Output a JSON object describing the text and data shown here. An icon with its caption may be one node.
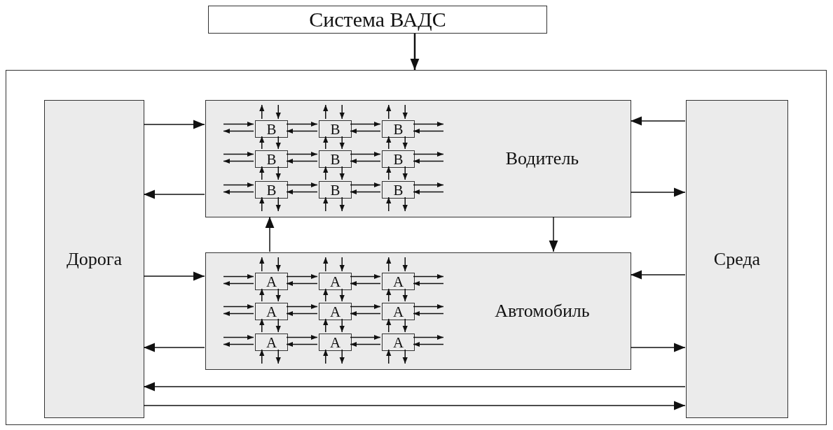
{
  "diagram": {
    "nodes": [
      {
        "text": [
          "Система ВАДС"
        ]
      },
      {
        "text": [],
        "shape": "box"
      },
      {
        "text": [
          "Дорога"
        ],
        "in": 1
      },
      {
        "text": [
          "Водитель"
        ],
        "in": 1
      },
      {
        "text": [
          "В"
        ],
        "in": 3
      },
      {
        "text": [
          "В"
        ],
        "in": 3
      },
      {
        "text": [
          "В"
        ],
        "in": 3
      },
      {
        "text": [
          "В"
        ],
        "in": 3
      },
      {
        "text": [
          "В"
        ],
        "in": 3
      },
      {
        "text": [
          "В"
        ],
        "in": 3
      },
      {
        "text": [
          "В"
        ],
        "in": 3
      },
      {
        "text": [
          "В"
        ],
        "in": 3
      },
      {
        "text": [
          "В"
        ],
        "in": 3
      },
      {
        "text": [
          "Автомобиль"
        ],
        "in": 1
      },
      {
        "text": [
          "А"
        ],
        "in": 13
      },
      {
        "text": [
          "А"
        ],
        "in": 13
      },
      {
        "text": [
          "А"
        ],
        "in": 13
      },
      {
        "text": [
          "А"
        ],
        "in": 13
      },
      {
        "text": [
          "А"
        ],
        "in": 13
      },
      {
        "text": [
          "А"
        ],
        "in": 13
      },
      {
        "text": [
          "А"
        ],
        "in": 13
      },
      {
        "text": [
          "А"
        ],
        "in": 13
      },
      {
        "text": [
          "А"
        ],
        "in": 13
      },
      {
        "text": [
          "Среда"
        ],
        "in": 1
      }
    ],
    "edges": [
      {
        "from": 0,
        "to": 1,
        "arrow": "to"
      },
      {
        "from": 2,
        "to": 3,
        "arrow": "to"
      },
      {
        "from": 3,
        "to": 2,
        "arrow": "to"
      },
      {
        "from": 2,
        "to": 13,
        "arrow": "to"
      },
      {
        "from": 13,
        "to": 2,
        "arrow": "to"
      },
      {
        "from": 23,
        "to": 3,
        "arrow": "to"
      },
      {
        "from": 3,
        "to": 23,
        "arrow": "to"
      },
      {
        "from": 23,
        "to": 13,
        "arrow": "to"
      },
      {
        "from": 13,
        "to": 23,
        "arrow": "to"
      },
      {
        "from": 13,
        "to": 3,
        "arrow": "to"
      },
      {
        "from": 3,
        "to": 13,
        "arrow": "to"
      },
      {
        "from": 23,
        "to": 2,
        "arrow": "to"
      },
      {
        "from": 2,
        "to": 23,
        "arrow": "to"
      },
      {
        "from": 4,
        "to": 5,
        "arrow": "to"
      },
      {
        "from": 5,
        "to": 4,
        "arrow": "to"
      },
      {
        "from": 5,
        "to": 6,
        "arrow": "to"
      },
      {
        "from": 6,
        "to": 5,
        "arrow": "to"
      },
      {
        "from": 7,
        "to": 8,
        "arrow": "to"
      },
      {
        "from": 8,
        "to": 7,
        "arrow": "to"
      },
      {
        "from": 8,
        "to": 9,
        "arrow": "to"
      },
      {
        "from": 9,
        "to": 8,
        "arrow": "to"
      },
      {
        "from": 10,
        "to": 11,
        "arrow": "to"
      },
      {
        "from": 11,
        "to": 10,
        "arrow": "to"
      },
      {
        "from": 11,
        "to": 12,
        "arrow": "to"
      },
      {
        "from": 12,
        "to": 11,
        "arrow": "to"
      },
      {
        "from": 7,
        "to": 4,
        "arrow": "to"
      },
      {
        "from": 4,
        "to": 7,
        "arrow": "to"
      },
      {
        "from": 8,
        "to": 5,
        "arrow": "to"
      },
      {
        "from": 5,
        "to": 8,
        "arrow": "to"
      },
      {
        "from": 9,
        "to": 6,
        "arrow": "to"
      },
      {
        "from": 6,
        "to": 9,
        "arrow": "to"
      },
      {
        "from": 10,
        "to": 7,
        "arrow": "to"
      },
      {
        "from": 7,
        "to": 10,
        "arrow": "to"
      },
      {
        "from": 11,
        "to": 8,
        "arrow": "to"
      },
      {
        "from": 8,
        "to": 11,
        "arrow": "to"
      },
      {
        "from": 12,
        "to": 9,
        "arrow": "to"
      },
      {
        "from": 9,
        "to": 12,
        "arrow": "to"
      },
      {
        "from": null,
        "to": 4,
        "arrow": "to"
      },
      {
        "from": 4,
        "to": null,
        "arrow": "to"
      },
      {
        "from": null,
        "to": 7,
        "arrow": "to"
      },
      {
        "from": 7,
        "to": null,
        "arrow": "to"
      },
      {
        "from": null,
        "to": 10,
        "arrow": "to"
      },
      {
        "from": 10,
        "to": null,
        "arrow": "to"
      },
      {
        "from": 6,
        "to": null,
        "arrow": "to"
      },
      {
        "from": null,
        "to": 6,
        "arrow": "to"
      },
      {
        "from": 9,
        "to": null,
        "arrow": "to"
      },
      {
        "from": null,
        "to": 9,
        "arrow": "to"
      },
      {
        "from": 12,
        "to": null,
        "arrow": "to"
      },
      {
        "from": null,
        "to": 12,
        "arrow": "to"
      },
      {
        "from": 4,
        "to": null,
        "arrow": "to"
      },
      {
        "from": null,
        "to": 4,
        "arrow": "to"
      },
      {
        "from": 5,
        "to": null,
        "arrow": "to"
      },
      {
        "from": null,
        "to": 5,
        "arrow": "to"
      },
      {
        "from": 6,
        "to": null,
        "arrow": "to"
      },
      {
        "from": null,
        "to": 6,
        "arrow": "to"
      },
      {
        "from": null,
        "to": 10,
        "arrow": "to"
      },
      {
        "from": 10,
        "to": null,
        "arrow": "to"
      },
      {
        "from": null,
        "to": 11,
        "arrow": "to"
      },
      {
        "from": 11,
        "to": null,
        "arrow": "to"
      },
      {
        "from": null,
        "to": 12,
        "arrow": "to"
      },
      {
        "from": 12,
        "to": null,
        "arrow": "to"
      },
      {
        "from": 14,
        "to": 15,
        "arrow": "to"
      },
      {
        "from": 15,
        "to": 14,
        "arrow": "to"
      },
      {
        "from": 15,
        "to": 16,
        "arrow": "to"
      },
      {
        "from": 16,
        "to": 15,
        "arrow": "to"
      },
      {
        "from": 17,
        "to": 18,
        "arrow": "to"
      },
      {
        "from": 18,
        "to": 17,
        "arrow": "to"
      },
      {
        "from": 18,
        "to": 19,
        "arrow": "to"
      },
      {
        "from": 19,
        "to": 18,
        "arrow": "to"
      },
      {
        "from": 20,
        "to": 21,
        "arrow": "to"
      },
      {
        "from": 21,
        "to": 20,
        "arrow": "to"
      },
      {
        "from": 21,
        "to": 22,
        "arrow": "to"
      },
      {
        "from": 22,
        "to": 21,
        "arrow": "to"
      },
      {
        "from": 17,
        "to": 14,
        "arrow": "to"
      },
      {
        "from": 14,
        "to": 17,
        "arrow": "to"
      },
      {
        "from": 18,
        "to": 15,
        "arrow": "to"
      },
      {
        "from": 15,
        "to": 18,
        "arrow": "to"
      },
      {
        "from": 19,
        "to": 16,
        "arrow": "to"
      },
      {
        "from": 16,
        "to": 19,
        "arrow": "to"
      },
      {
        "from": 20,
        "to": 17,
        "arrow": "to"
      },
      {
        "from": 17,
        "to": 20,
        "arrow": "to"
      },
      {
        "from": 21,
        "to": 18,
        "arrow": "to"
      },
      {
        "from": 18,
        "to": 21,
        "arrow": "to"
      },
      {
        "from": 22,
        "to": 19,
        "arrow": "to"
      },
      {
        "from": 19,
        "to": 22,
        "arrow": "to"
      },
      {
        "from": null,
        "to": 14,
        "arrow": "to"
      },
      {
        "from": 14,
        "to": null,
        "arrow": "to"
      },
      {
        "from": null,
        "to": 17,
        "arrow": "to"
      },
      {
        "from": 17,
        "to": null,
        "arrow": "to"
      },
      {
        "from": null,
        "to": 20,
        "arrow": "to"
      },
      {
        "from": 20,
        "to": null,
        "arrow": "to"
      },
      {
        "from": 16,
        "to": null,
        "arrow": "to"
      },
      {
        "from": null,
        "to": 16,
        "arrow": "to"
      },
      {
        "from": 19,
        "to": null,
        "arrow": "to"
      },
      {
        "from": null,
        "to": 19,
        "arrow": "to"
      },
      {
        "from": 22,
        "to": null,
        "arrow": "to"
      },
      {
        "from": null,
        "to": 22,
        "arrow": "to"
      },
      {
        "from": 14,
        "to": null,
        "arrow": "to"
      },
      {
        "from": null,
        "to": 14,
        "arrow": "to"
      },
      {
        "from": 15,
        "to": null,
        "arrow": "to"
      },
      {
        "from": null,
        "to": 15,
        "arrow": "to"
      },
      {
        "from": 16,
        "to": null,
        "arrow": "to"
      },
      {
        "from": null,
        "to": 16,
        "arrow": "to"
      },
      {
        "from": null,
        "to": 20,
        "arrow": "to"
      },
      {
        "from": 20,
        "to": null,
        "arrow": "to"
      },
      {
        "from": null,
        "to": 21,
        "arrow": "to"
      },
      {
        "from": 21,
        "to": null,
        "arrow": "to"
      },
      {
        "from": null,
        "to": 22,
        "arrow": "to"
      },
      {
        "from": 22,
        "to": null,
        "arrow": "to"
      }
    ]
  }
}
